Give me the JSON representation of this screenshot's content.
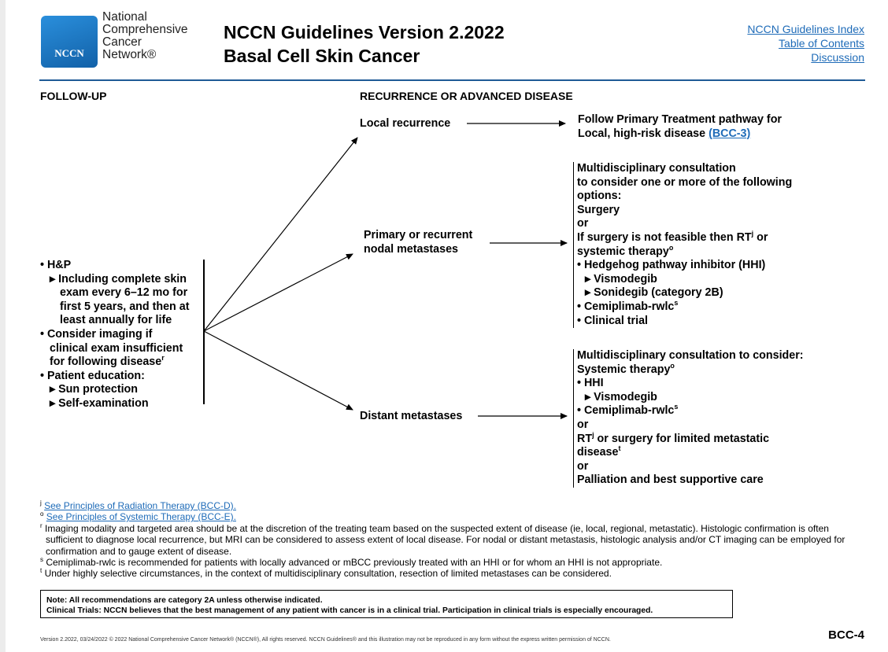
{
  "header": {
    "logo_text": "NCCN",
    "org_lines": [
      "National",
      "Comprehensive",
      "Cancer",
      "Network®"
    ],
    "title_line1": "NCCN Guidelines Version 2.2022",
    "title_line2": "Basal Cell Skin Cancer",
    "links": [
      "NCCN Guidelines Index",
      "Table of Contents",
      "Discussion"
    ]
  },
  "sections": {
    "followup_heading": "FOLLOW-UP",
    "recurrence_heading": "RECURRENCE OR ADVANCED DISEASE"
  },
  "followup": {
    "hp": "• H&P",
    "hp_sub": [
      "▸ Including complete skin",
      "exam every 6–12 mo for",
      "first 5 years, and then at",
      "least annually for life"
    ],
    "imaging": [
      "• Consider imaging if",
      "clinical exam insufficient",
      "for following disease"
    ],
    "imaging_sup": "r",
    "education": "• Patient education:",
    "education_sub": [
      "▸ Sun protection",
      "▸ Self-examination"
    ]
  },
  "nodes": {
    "local": "Local recurrence",
    "nodal_line1": "Primary or recurrent",
    "nodal_line2": "nodal metastases",
    "distant": "Distant metastases"
  },
  "outcomes": {
    "local_line1": "Follow Primary Treatment pathway for",
    "local_line2": "Local, high-risk disease ",
    "local_link": "(BCC-3)",
    "nodal": {
      "lines": [
        "Multidisciplinary consultation",
        "to consider one or more of the following",
        "options:",
        "Surgery",
        "or"
      ],
      "if_surgery": "If surgery is not feasible then RT",
      "if_surgery_sup": "j",
      "if_surgery_tail": " or",
      "systemic": "systemic therapy",
      "systemic_sup": "o",
      "hhi": "• Hedgehog pathway inhibitor (HHI)",
      "hhi_sub": [
        "▸ Vismodegib",
        "▸ Sonidegib (category 2B)"
      ],
      "cemi": "• Cemiplimab-rwlc",
      "cemi_sup": "s",
      "trial": "• Clinical trial"
    },
    "distant": {
      "line1": "Multidisciplinary consultation to consider:",
      "systemic": "Systemic therapy",
      "systemic_sup": "o",
      "hhi": "• HHI",
      "vismo": "▸ Vismodegib",
      "cemi": "• Cemiplimab-rwlc",
      "cemi_sup": "s",
      "or1": "or",
      "rt": "RT",
      "rt_sup": "j",
      "rt_tail": " or surgery for limited metastatic",
      "disease": "disease",
      "disease_sup": "t",
      "or2": "or",
      "palliation": "Palliation and best supportive care"
    }
  },
  "footnotes": [
    {
      "mark": "j",
      "text": "See Principles of Radiation Therapy (BCC-D).",
      "link": true
    },
    {
      "mark": "o",
      "text": "See Principles of Systemic Therapy (BCC-E).",
      "link": true
    },
    {
      "mark": "r",
      "text": "Imaging modality and targeted area should be at the discretion of the treating team based on the suspected extent of disease (ie, local, regional, metastatic). Histologic confirmation is often sufficient to diagnose local recurrence, but MRI can be considered to assess extent of local disease. For nodal or distant metastasis, histologic analysis and/or CT imaging can be employed for confirmation and to gauge extent of disease.",
      "link": false
    },
    {
      "mark": "s",
      "text": "Cemiplimab-rwlc is recommended for patients with locally advanced or mBCC previously treated with an HHI or for whom an HHI is not appropriate.",
      "link": false
    },
    {
      "mark": "t",
      "text": "Under highly selective circumstances, in the context of multidisciplinary consultation, resection of limited metastases can be considered.",
      "link": false
    }
  ],
  "note": {
    "line1": "Note: All recommendations are category 2A unless otherwise indicated.",
    "line2": "Clinical Trials: NCCN believes that the best management of any patient with cancer is in a clinical trial. Participation in clinical trials is especially encouraged."
  },
  "footer": {
    "version": "Version 2.2022, 03/24/2022 © 2022 National Comprehensive Cancer Network® (NCCN®), All rights reserved. NCCN Guidelines® and this illustration may not be reproduced in any form without the express written permission of NCCN.",
    "page_code": "BCC-4"
  }
}
